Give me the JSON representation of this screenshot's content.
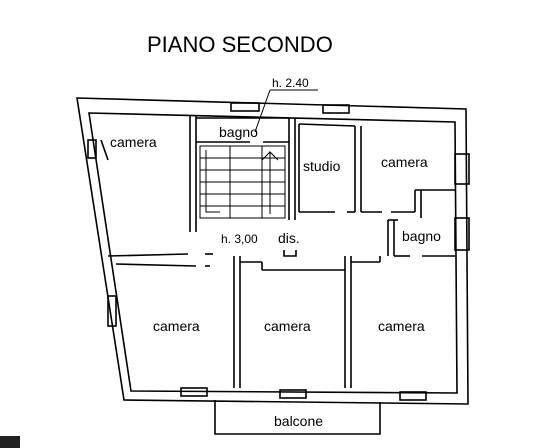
{
  "plan": {
    "title": "PIANO SECONDO",
    "annotations": {
      "upper_height": "h. 2.40",
      "main_height": "h. 3,00",
      "disimpegno": "dis."
    },
    "rooms": {
      "camera_top_left": "camera",
      "bagno_top": "bagno",
      "studio": "studio",
      "camera_top_right": "camera",
      "bagno_right": "bagno",
      "camera_bottom_left": "camera",
      "camera_bottom_mid": "camera",
      "camera_bottom_right": "camera",
      "balcone": "balcone"
    },
    "colors": {
      "wall": "#000000",
      "background": "#ffffff"
    }
  }
}
